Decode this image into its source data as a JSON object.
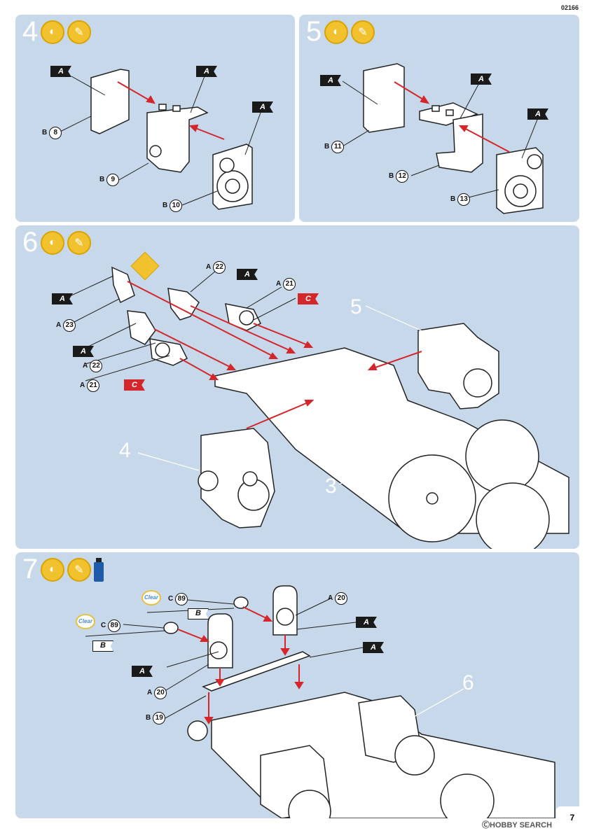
{
  "page_code": "02166",
  "page_number": "7",
  "watermark": "ⒸHOBBY SEARCH",
  "panels": {
    "step4": {
      "number": "4",
      "flags": [
        "A",
        "A",
        "A"
      ],
      "parts": [
        {
          "prefix": "B",
          "num": "8"
        },
        {
          "prefix": "B",
          "num": "9"
        },
        {
          "prefix": "B",
          "num": "10"
        }
      ]
    },
    "step5": {
      "number": "5",
      "flags": [
        "A",
        "A",
        "A"
      ],
      "parts": [
        {
          "prefix": "B",
          "num": "11"
        },
        {
          "prefix": "B",
          "num": "12"
        },
        {
          "prefix": "B",
          "num": "13"
        }
      ]
    },
    "step6": {
      "number": "6",
      "flags": [
        "A",
        "A",
        "A",
        "C",
        "C"
      ],
      "parts": [
        {
          "prefix": "A",
          "num": "22"
        },
        {
          "prefix": "A",
          "num": "21"
        },
        {
          "prefix": "A",
          "num": "23"
        },
        {
          "prefix": "A",
          "num": "22"
        },
        {
          "prefix": "A",
          "num": "21"
        }
      ],
      "refs": [
        "5",
        "4",
        "3"
      ]
    },
    "step7": {
      "number": "7",
      "flags": [
        "B",
        "B",
        "A",
        "A",
        "A"
      ],
      "clear_label": "Clear",
      "parts": [
        {
          "prefix": "C",
          "num": "89"
        },
        {
          "prefix": "C",
          "num": "89"
        },
        {
          "prefix": "A",
          "num": "20"
        },
        {
          "prefix": "A",
          "num": "20"
        },
        {
          "prefix": "B",
          "num": "19"
        }
      ],
      "refs": [
        "6"
      ]
    }
  },
  "icon_names": [
    "glue-icon",
    "paint-brush-icon",
    "clear-paint-bottle-icon"
  ],
  "colors": {
    "panel_bg": "#c6d8e9",
    "flag_a": "#1a1a1a",
    "flag_c": "#d4262b",
    "arrow": "#d4262b",
    "icon_yellow": "#f2c12e"
  }
}
